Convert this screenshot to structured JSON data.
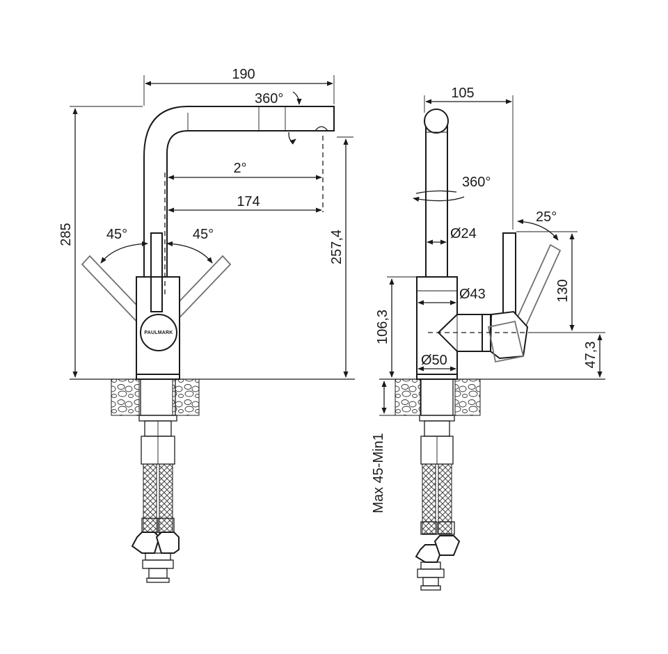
{
  "brand": "PAULMARK",
  "front_view": {
    "dimensions": {
      "width_190": "190",
      "rotation_360": "360°",
      "angle_2": "2°",
      "reach_174": "174",
      "height_285": "285",
      "spout_height_257_4": "257,4",
      "lever_left_45": "45°",
      "lever_right_45": "45°"
    }
  },
  "side_view": {
    "dimensions": {
      "width_105": "105",
      "rotation_360": "360°",
      "lever_angle_25": "25°",
      "diameter_24": "Ø24",
      "diameter_43": "Ø43",
      "diameter_50": "Ø50",
      "body_height_106_3": "106,3",
      "lever_height_130": "130",
      "handle_height_47_3": "47,3",
      "mounting_range": "Max 45-Min1"
    }
  },
  "colors": {
    "line": "#1a1a1a",
    "lever_outline": "#707070",
    "background": "#ffffff"
  }
}
